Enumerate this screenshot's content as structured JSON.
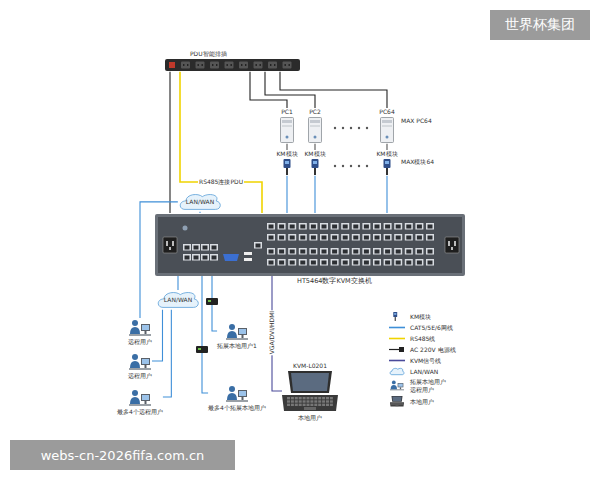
{
  "diagram": {
    "nodes": [
      {
        "text": [
          "PDU智能排插"
        ]
      },
      {
        "text": [
          "PC1"
        ]
      },
      {
        "text": [
          "PC2"
        ]
      },
      {
        "text": [
          "PC64"
        ]
      },
      {
        "text": [
          "KM模块"
        ]
      },
      {
        "text": [
          "KM模块"
        ]
      },
      {
        "text": [
          "KM模块"
        ]
      },
      {
        "text": [
          "HT5464数字KVM交换机"
        ]
      },
      {
        "text": [
          "LAN/WAN"
        ]
      },
      {
        "text": [
          "LAN/WAN"
        ]
      },
      {
        "text": [
          "远程用户"
        ]
      },
      {
        "text": [
          "远程用户"
        ]
      },
      {
        "text": [
          "最多4个远程用户"
        ]
      },
      {
        "text": [
          "拓展本地用户1"
        ]
      },
      {
        "text": [
          "最多4个拓展本地用户"
        ]
      },
      {
        "text": [
          "KVM-L0201",
          "本地用户"
        ]
      }
    ],
    "edges": [
      {
        "from": 0,
        "to": 1,
        "arrow": "none"
      },
      {
        "from": 0,
        "to": 2,
        "arrow": "none"
      },
      {
        "from": 0,
        "to": 3,
        "arrow": "none"
      },
      {
        "from": 0,
        "to": 7,
        "arrow": "none"
      },
      {
        "from": 7,
        "to": 0,
        "label": "RS485连接PDU",
        "arrow": "none"
      },
      {
        "from": 1,
        "to": 4,
        "arrow": "none"
      },
      {
        "from": 2,
        "to": 5,
        "arrow": "none"
      },
      {
        "from": 3,
        "to": 6,
        "arrow": "none"
      },
      {
        "from": 4,
        "to": 7,
        "arrow": "none"
      },
      {
        "from": 5,
        "to": 7,
        "arrow": "none"
      },
      {
        "from": 6,
        "to": 7,
        "arrow": "none"
      },
      {
        "from": 7,
        "to": 8,
        "arrow": "none"
      },
      {
        "from": 8,
        "to": 10,
        "arrow": "none"
      },
      {
        "from": 7,
        "to": 9,
        "arrow": "none"
      },
      {
        "from": 9,
        "to": 11,
        "arrow": "none"
      },
      {
        "from": 9,
        "to": 12,
        "arrow": "none"
      },
      {
        "from": 7,
        "to": 13,
        "arrow": "none"
      },
      {
        "from": 7,
        "to": 14,
        "arrow": "none"
      },
      {
        "from": 7,
        "to": 15,
        "label": "VGA/DVI/HDMI",
        "arrow": "none"
      }
    ],
    "labels": [
      "世界杯集团",
      "webs-cn-2026fifa.com.cn",
      "MAX PC64",
      "MAX模块64"
    ],
    "legend": [
      {
        "text": "KM模块"
      },
      {
        "text": "CAT5/5E/6网线"
      },
      {
        "text": "RS485线"
      },
      {
        "text": "AC 220V 电源线"
      },
      {
        "text": "KVM信号线"
      },
      {
        "text": "LAN/WAN"
      },
      {
        "text": "拓展本地用户 远程用户"
      },
      {
        "text": "本地用户"
      }
    ]
  }
}
